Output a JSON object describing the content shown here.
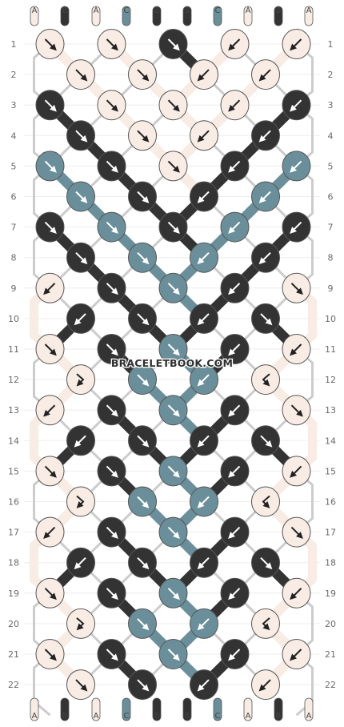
{
  "watermark": "BRACELETBOOK.COM",
  "colors": {
    "A": "#f8ece4",
    "B": "#333333",
    "C": "#6a8f9a"
  },
  "string_labels": [
    "A",
    "B",
    "A",
    "C",
    "B",
    "B",
    "C",
    "A",
    "B",
    "A"
  ],
  "rows": [
    [
      {
        "c": "A",
        "d": "R"
      },
      {
        "c": "A",
        "d": "R"
      },
      {
        "c": "B",
        "d": "R"
      },
      {
        "c": "A",
        "d": "L"
      },
      {
        "c": "A",
        "d": "L"
      }
    ],
    [
      {
        "c": "A",
        "d": "R"
      },
      {
        "c": "A",
        "d": "R"
      },
      {
        "c": "A",
        "d": "L"
      },
      {
        "c": "A",
        "d": "L"
      }
    ],
    [
      {
        "c": "B",
        "d": "R"
      },
      {
        "c": "A",
        "d": "R"
      },
      {
        "c": "A",
        "d": "R"
      },
      {
        "c": "A",
        "d": "L"
      },
      {
        "c": "B",
        "d": "L"
      }
    ],
    [
      {
        "c": "B",
        "d": "R"
      },
      {
        "c": "A",
        "d": "R"
      },
      {
        "c": "A",
        "d": "L"
      },
      {
        "c": "B",
        "d": "L"
      }
    ],
    [
      {
        "c": "C",
        "d": "R"
      },
      {
        "c": "B",
        "d": "R"
      },
      {
        "c": "A",
        "d": "R"
      },
      {
        "c": "B",
        "d": "L"
      },
      {
        "c": "C",
        "d": "L"
      }
    ],
    [
      {
        "c": "C",
        "d": "R"
      },
      {
        "c": "B",
        "d": "R"
      },
      {
        "c": "B",
        "d": "L"
      },
      {
        "c": "C",
        "d": "L"
      }
    ],
    [
      {
        "c": "B",
        "d": "R"
      },
      {
        "c": "C",
        "d": "R"
      },
      {
        "c": "B",
        "d": "R"
      },
      {
        "c": "C",
        "d": "L"
      },
      {
        "c": "B",
        "d": "L"
      }
    ],
    [
      {
        "c": "B",
        "d": "R"
      },
      {
        "c": "C",
        "d": "R"
      },
      {
        "c": "C",
        "d": "L"
      },
      {
        "c": "B",
        "d": "L"
      }
    ],
    [
      {
        "c": "A",
        "d": "L"
      },
      {
        "c": "B",
        "d": "R"
      },
      {
        "c": "C",
        "d": "R"
      },
      {
        "c": "B",
        "d": "L"
      },
      {
        "c": "A",
        "d": "R"
      }
    ],
    [
      {
        "c": "B",
        "d": "L"
      },
      {
        "c": "B",
        "d": "R"
      },
      {
        "c": "B",
        "d": "L"
      },
      {
        "c": "B",
        "d": "R"
      }
    ],
    [
      {
        "c": "A",
        "d": "R"
      },
      {
        "c": "B",
        "d": "R"
      },
      {
        "c": "C",
        "d": "R"
      },
      {
        "c": "B",
        "d": "L"
      },
      {
        "c": "A",
        "d": "L"
      }
    ],
    [
      {
        "c": "A",
        "d": "RL"
      },
      {
        "c": "C",
        "d": "R"
      },
      {
        "c": "C",
        "d": "L"
      },
      {
        "c": "A",
        "d": "LR"
      }
    ],
    [
      {
        "c": "A",
        "d": "L"
      },
      {
        "c": "B",
        "d": "R"
      },
      {
        "c": "C",
        "d": "R"
      },
      {
        "c": "B",
        "d": "L"
      },
      {
        "c": "A",
        "d": "R"
      }
    ],
    [
      {
        "c": "B",
        "d": "L"
      },
      {
        "c": "B",
        "d": "R"
      },
      {
        "c": "B",
        "d": "L"
      },
      {
        "c": "B",
        "d": "R"
      }
    ],
    [
      {
        "c": "A",
        "d": "R"
      },
      {
        "c": "B",
        "d": "R"
      },
      {
        "c": "C",
        "d": "R"
      },
      {
        "c": "B",
        "d": "L"
      },
      {
        "c": "A",
        "d": "L"
      }
    ],
    [
      {
        "c": "A",
        "d": "RL"
      },
      {
        "c": "C",
        "d": "R"
      },
      {
        "c": "C",
        "d": "L"
      },
      {
        "c": "A",
        "d": "LR"
      }
    ],
    [
      {
        "c": "A",
        "d": "L"
      },
      {
        "c": "B",
        "d": "R"
      },
      {
        "c": "C",
        "d": "R"
      },
      {
        "c": "B",
        "d": "L"
      },
      {
        "c": "A",
        "d": "R"
      }
    ],
    [
      {
        "c": "B",
        "d": "L"
      },
      {
        "c": "B",
        "d": "R"
      },
      {
        "c": "B",
        "d": "L"
      },
      {
        "c": "B",
        "d": "R"
      }
    ],
    [
      {
        "c": "A",
        "d": "R"
      },
      {
        "c": "B",
        "d": "R"
      },
      {
        "c": "C",
        "d": "R"
      },
      {
        "c": "B",
        "d": "L"
      },
      {
        "c": "A",
        "d": "L"
      }
    ],
    [
      {
        "c": "A",
        "d": "RL"
      },
      {
        "c": "C",
        "d": "R"
      },
      {
        "c": "C",
        "d": "L"
      },
      {
        "c": "A",
        "d": "LR"
      }
    ],
    [
      {
        "c": "A",
        "d": "R"
      },
      {
        "c": "B",
        "d": "R"
      },
      {
        "c": "C",
        "d": "R"
      },
      {
        "c": "B",
        "d": "L"
      },
      {
        "c": "A",
        "d": "L"
      }
    ],
    [
      {
        "c": "A",
        "d": "R"
      },
      {
        "c": "B",
        "d": "R"
      },
      {
        "c": "B",
        "d": "L"
      },
      {
        "c": "A",
        "d": "L"
      }
    ]
  ]
}
